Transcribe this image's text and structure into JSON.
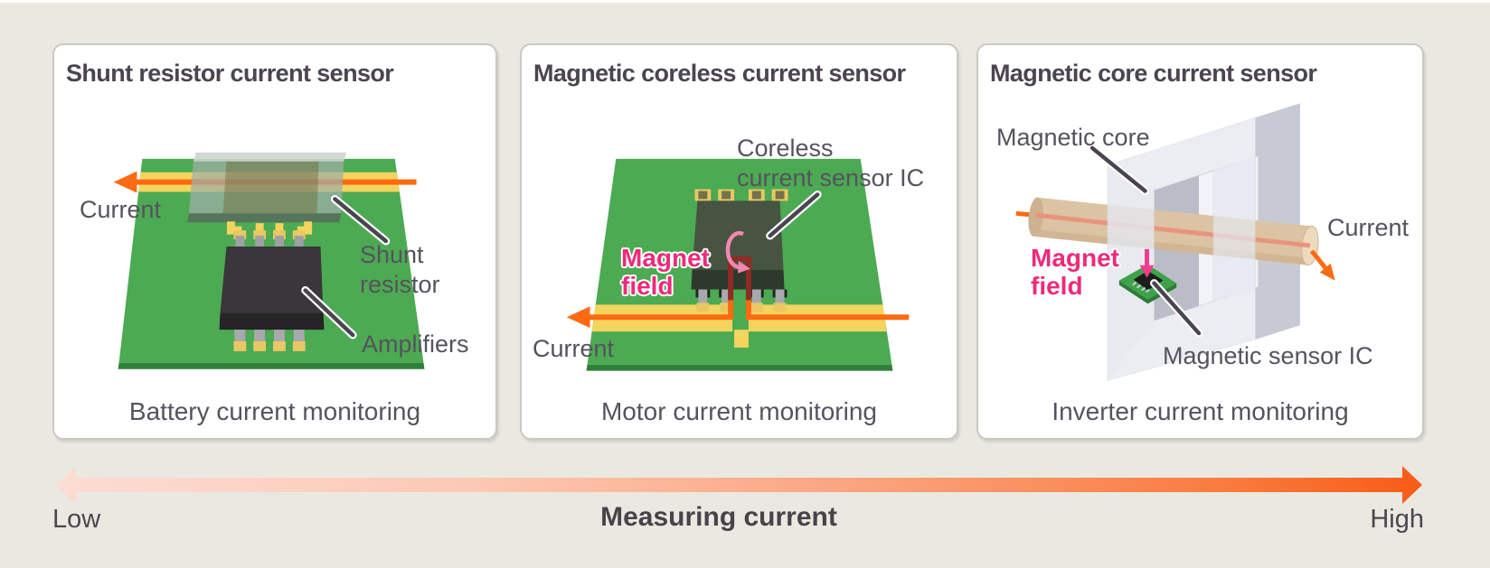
{
  "colors": {
    "background": "#eae9e1",
    "panel_background": "#ffffff",
    "panel_border": "#c9c8c2",
    "title_text": "#4a4550",
    "label_text": "#56525e",
    "accent_orange": "#fd6a11",
    "magenta": "#ee2a7b",
    "pcb_green": "#4caa52",
    "trace_yellow": "#f3d55e",
    "ic_black": "#2a282a",
    "core_grey": "#e4e7ee",
    "rod_tan": "#dcc3a3"
  },
  "panels": [
    {
      "title": "Shunt resistor current sensor",
      "caption": "Battery current monitoring",
      "labels": {
        "current": "Current",
        "shunt_line1": "Shunt",
        "shunt_line2": "resistor",
        "amplifiers": "Amplifiers"
      }
    },
    {
      "title": "Magnetic coreless current sensor",
      "caption": "Motor current monitoring",
      "labels": {
        "coreless_line1": "Coreless",
        "coreless_line2": "current sensor IC",
        "magnet_line1": "Magnet",
        "magnet_line2": "field",
        "current": "Current"
      }
    },
    {
      "title": "Magnetic core current sensor",
      "caption": "Inverter current monitoring",
      "labels": {
        "magnetic_core": "Magnetic core",
        "current": "Current",
        "magnet_line1": "Magnet",
        "magnet_line2": "field",
        "sensor_ic": "Magnetic sensor IC"
      }
    }
  ],
  "axis": {
    "low": "Low",
    "center": "Measuring current",
    "high": "High"
  }
}
